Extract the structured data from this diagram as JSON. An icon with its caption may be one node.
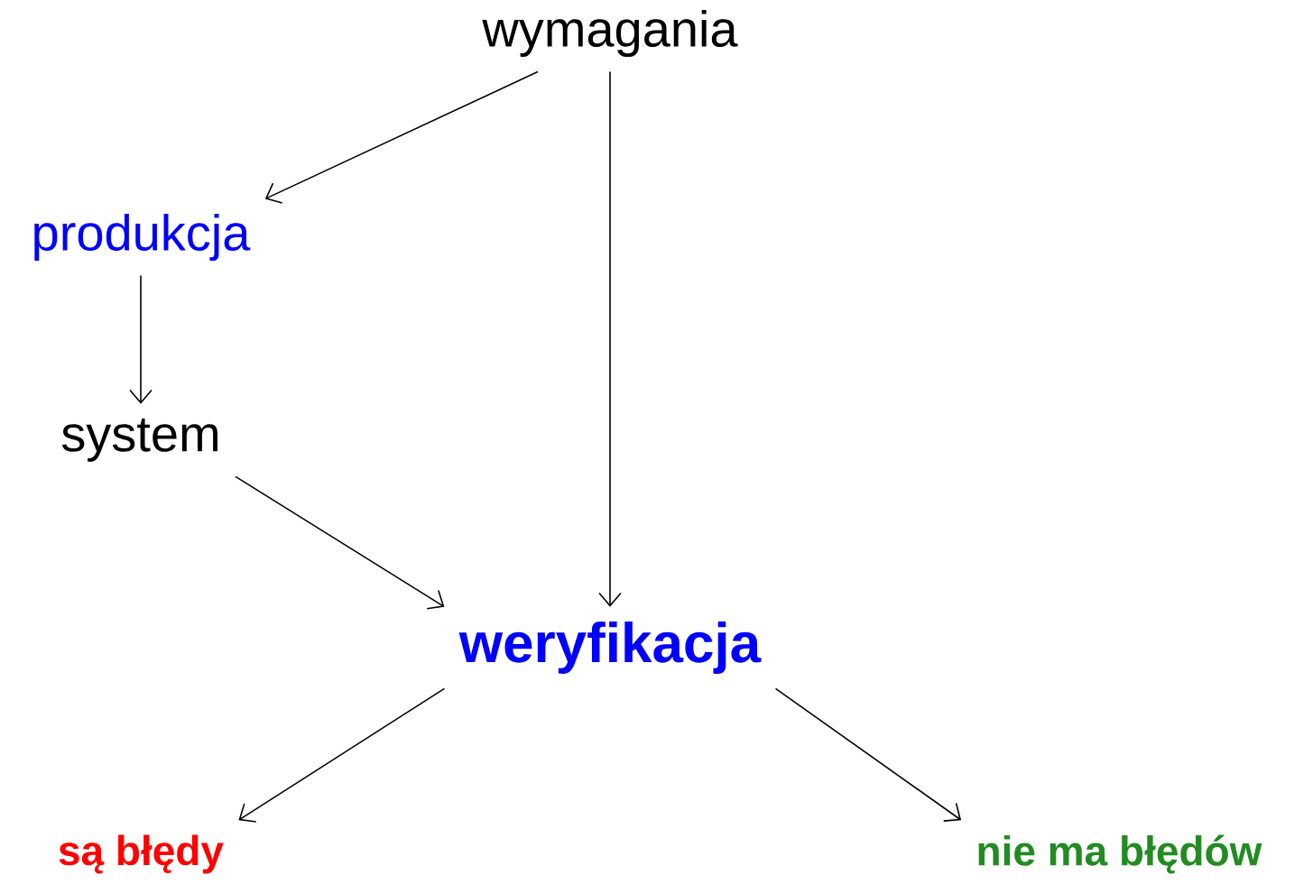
{
  "diagram": {
    "nodes": [
      {
        "text": [
          "wymagania"
        ]
      },
      {
        "text": [
          "produkcja"
        ]
      },
      {
        "text": [
          "system"
        ]
      },
      {
        "text": [
          "weryfikacja"
        ]
      },
      {
        "text": [
          "są błędy"
        ]
      },
      {
        "text": [
          "nie ma błędów"
        ]
      }
    ],
    "edges": [
      {
        "from": 0,
        "to": 1,
        "arrow": "to"
      },
      {
        "from": 0,
        "to": 3,
        "arrow": "to"
      },
      {
        "from": 1,
        "to": 2,
        "arrow": "to"
      },
      {
        "from": 2,
        "to": 3,
        "arrow": "to"
      },
      {
        "from": 3,
        "to": 4,
        "arrow": "to"
      },
      {
        "from": 3,
        "to": 5,
        "arrow": "to"
      }
    ]
  }
}
